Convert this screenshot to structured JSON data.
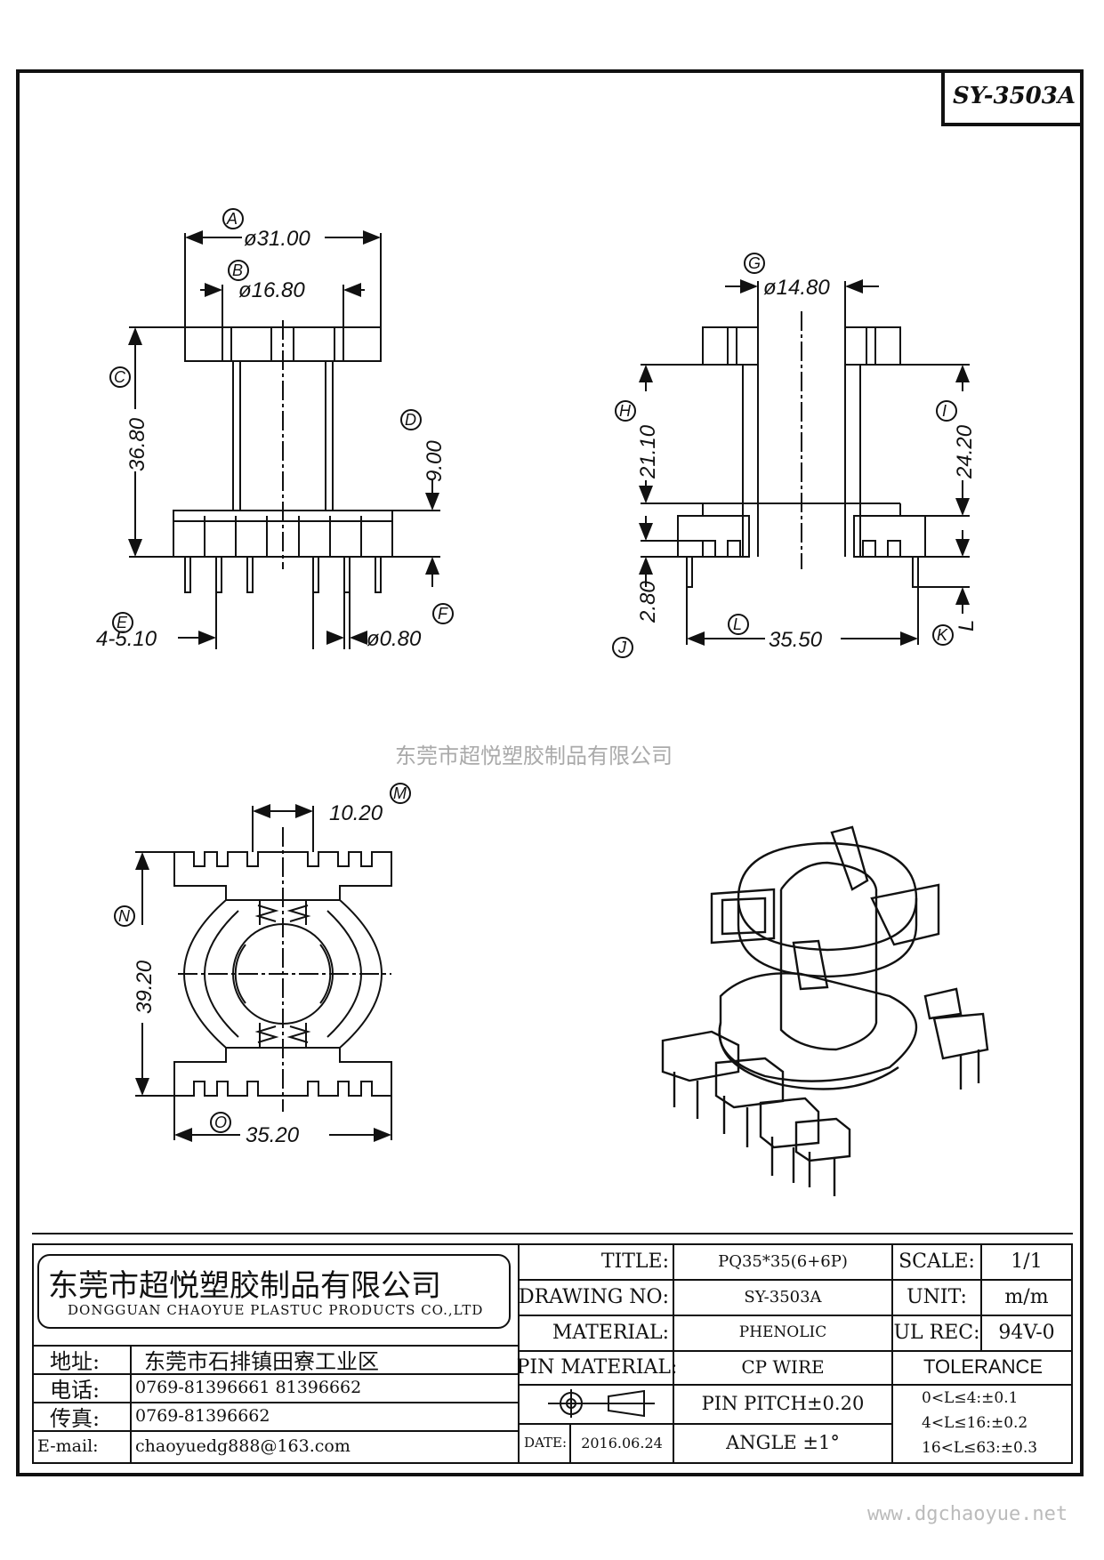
{
  "drawing_no_badge": "SY-3503A",
  "watermark": "东莞市超悦塑胶制品有限公司",
  "website": "www.dgchaoyue.net",
  "dims": {
    "A": "A",
    "A_val": "ø31.00",
    "B": "B",
    "B_val": "ø16.80",
    "C": "C",
    "C_val": "36.80",
    "D": "D",
    "D_val": "9.00",
    "E": "E",
    "E_val": "4-5.10",
    "F": "F",
    "F_val": "ø0.80",
    "G": "G",
    "G_val": "ø14.80",
    "H": "H",
    "H_val": "21.10",
    "I": "I",
    "I_val": "24.20",
    "J": "J",
    "J_val": "2.80",
    "K": "K",
    "K_val": "L",
    "L": "L",
    "L_val": "35.50",
    "M": "M",
    "M_val": "10.20",
    "N": "N",
    "N_val": "39.20",
    "O": "O",
    "O_val": "35.20"
  },
  "title_block": {
    "company_cn": "东莞市超悦塑胶制品有限公司",
    "company_en": "DONGGUAN CHAOYUE PLASTUC PRODUCTS CO.,LTD",
    "address_label": "地址:",
    "address": "东莞市石排镇田寮工业区",
    "phone_label": "电话:",
    "phone": "0769-81396661   81396662",
    "fax_label": "传真:",
    "fax": "0769-81396662",
    "email_label": "E-mail:",
    "email": "chaoyuedg888@163.com",
    "title_label": "TITLE:",
    "title": "PQ35*35(6+6P)",
    "drawing_no_label": "DRAWING NO:",
    "drawing_no": "SY-3503A",
    "material_label": "MATERIAL:",
    "material": "PHENOLIC",
    "pin_material_label": "PIN MATERIAL:",
    "pin_material": "CP WIRE",
    "date_label": "DATE:",
    "date": "2016.06.24",
    "pin_pitch": "PIN PITCH±0.20",
    "angle": "ANGLE  ±1°",
    "scale_label": "SCALE:",
    "scale": "1/1",
    "unit_label": "UNIT:",
    "unit": "m/m",
    "ul_label": "UL REC:",
    "ul": "94V-0",
    "tolerance_label": "TOLERANCE",
    "tol1": "0<L≤4:±0.1",
    "tol2": "4<L≤16:±0.2",
    "tol3": "16<L≤63:±0.3"
  }
}
